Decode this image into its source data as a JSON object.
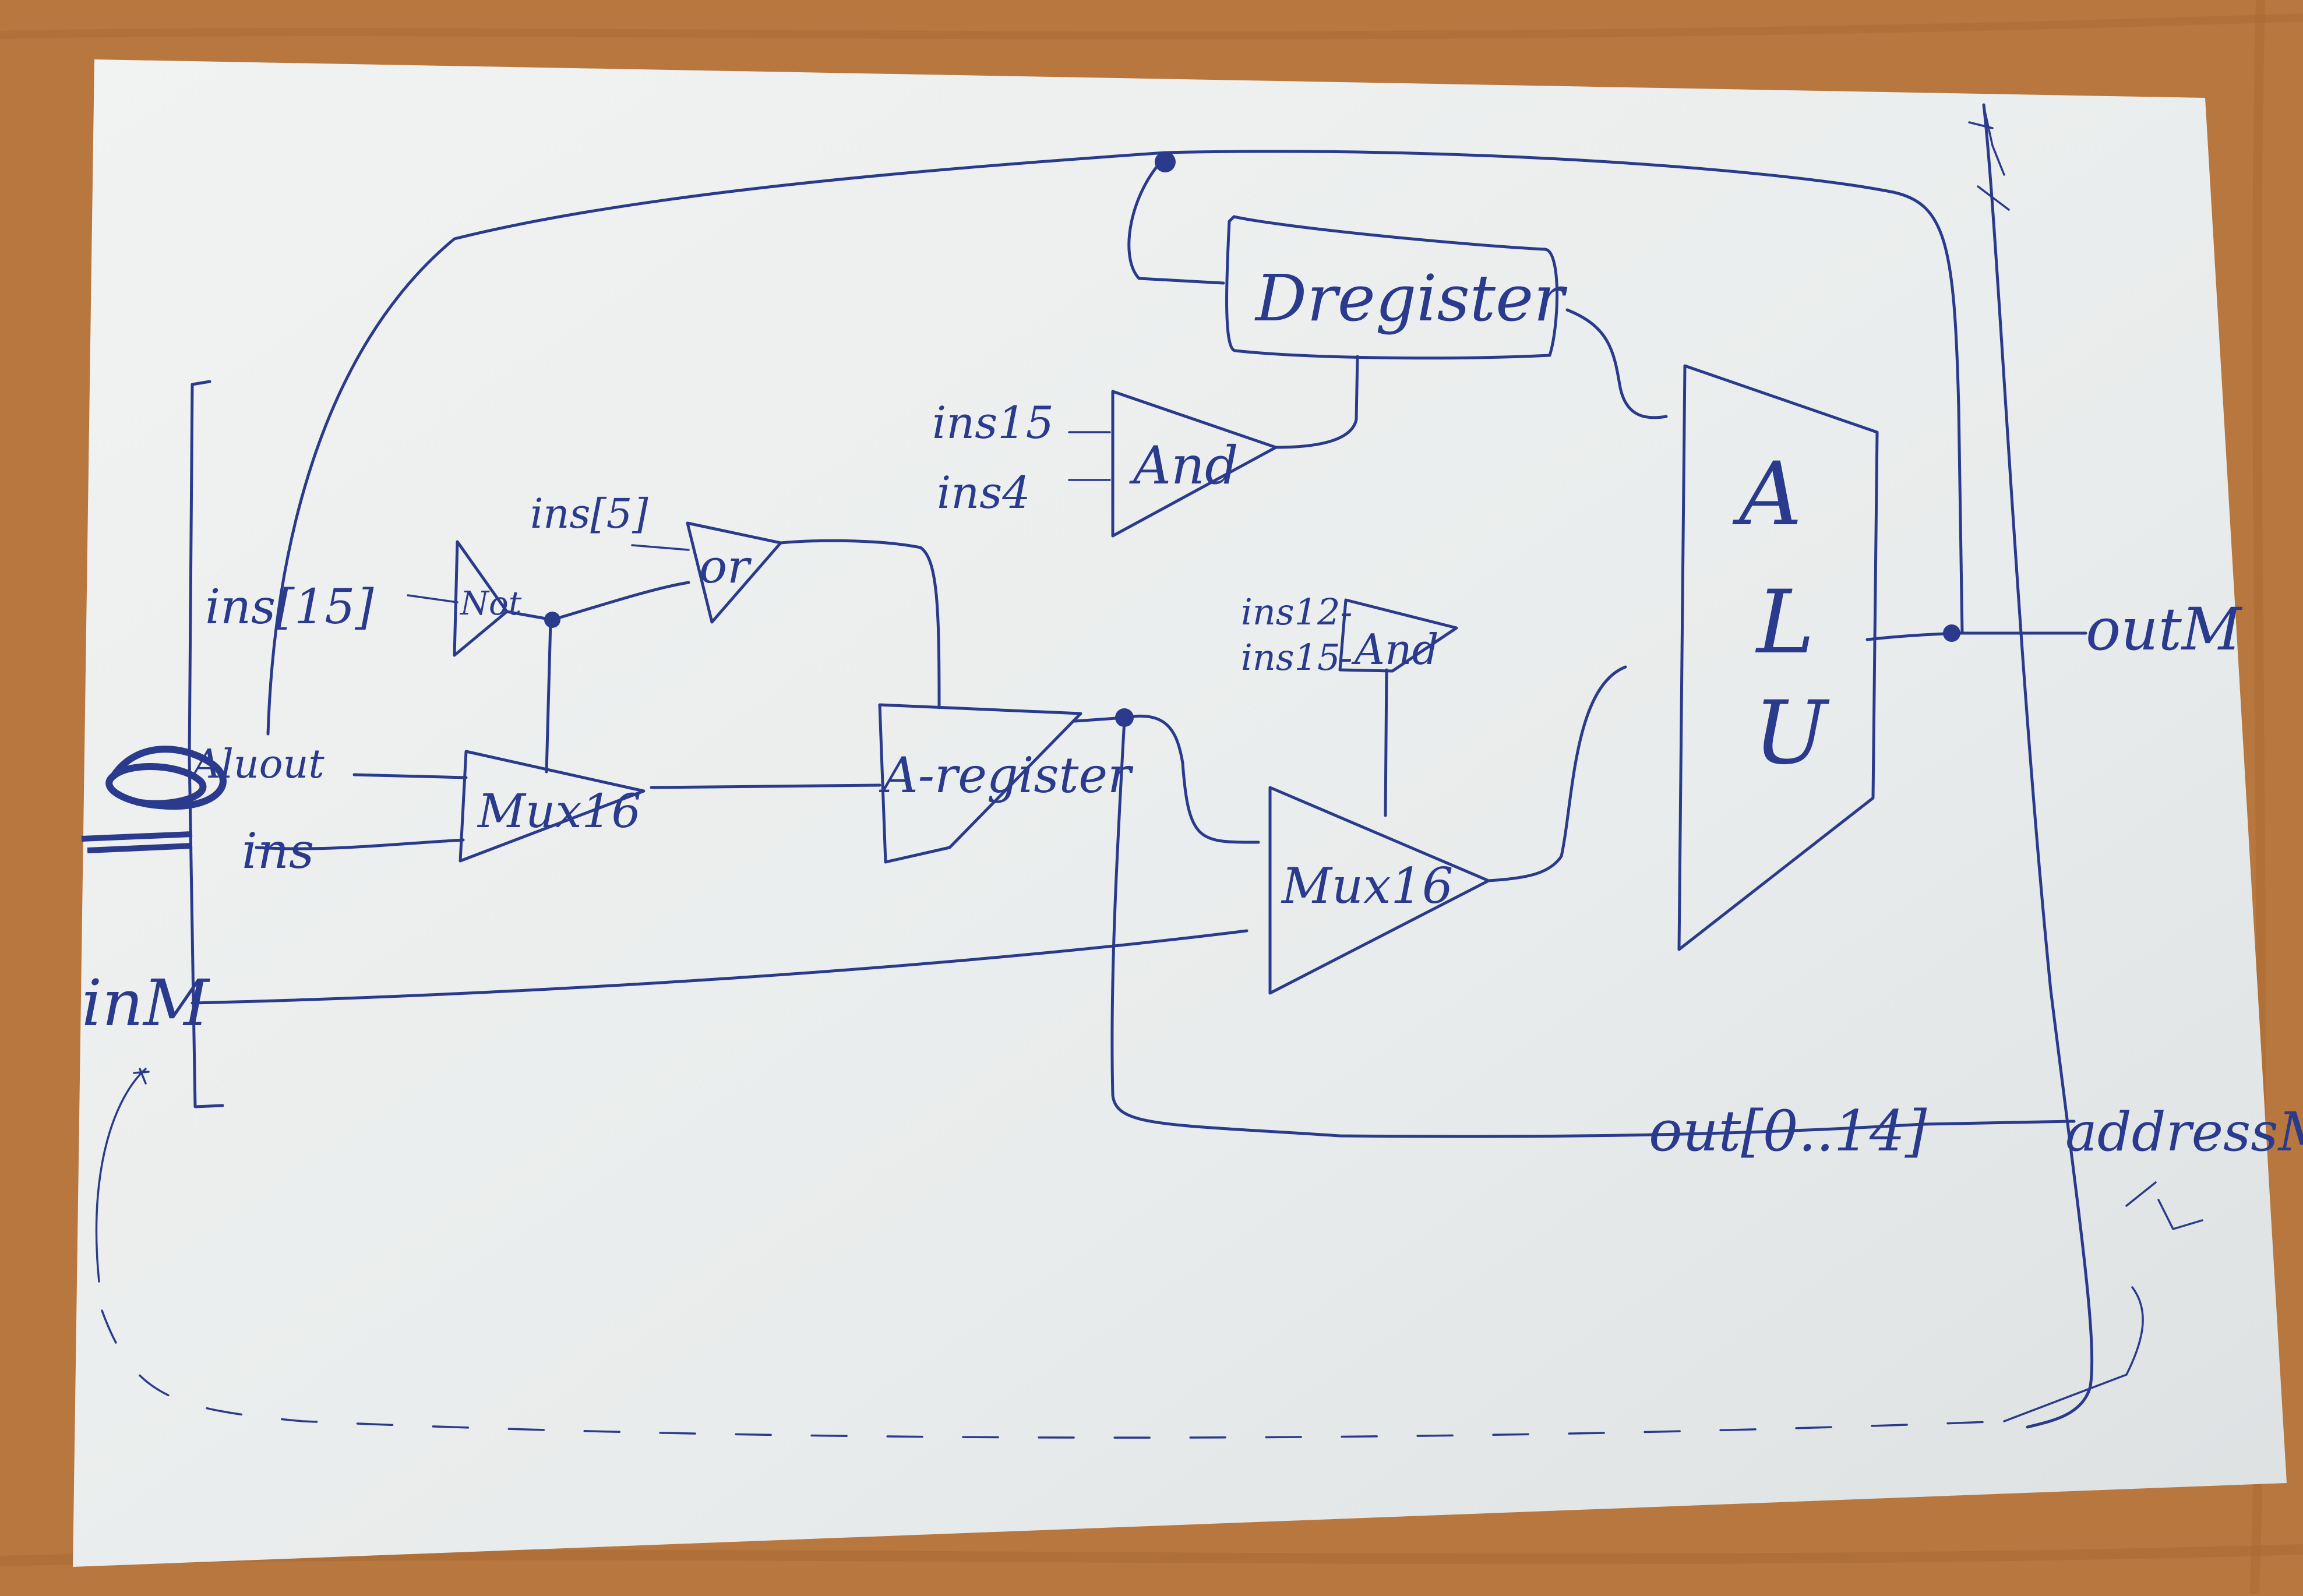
{
  "diagram": {
    "blocks": {
      "d_register": "Dregister",
      "a_register": "A-register",
      "alu": [
        "A",
        "L",
        "U"
      ],
      "and_top": "And",
      "and_mid": "And",
      "or_gate": "or",
      "not_gate": "Not",
      "mux_left": "Mux16",
      "mux_right": "Mux16"
    },
    "labels": {
      "ins15_top": "ins15",
      "ins4": "ins4",
      "ins5": "ins[5]",
      "ins15_left": "ins[15]",
      "ins12": "ins12-",
      "ins15_mid": "ins15-",
      "alu_out": "Aluout",
      "ins": "ins",
      "in_m": "inM",
      "out_m": "outM",
      "out_0_14": "out[0..14]",
      "address_m": "addressM"
    }
  },
  "colors": {
    "ink": "#2a3a8c",
    "paper": "#ecefee",
    "table": "#b8773f"
  }
}
